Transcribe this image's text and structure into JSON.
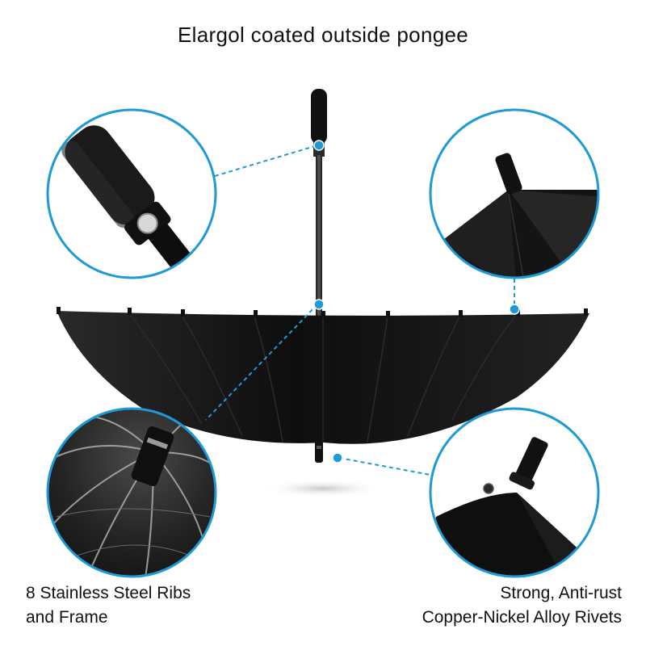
{
  "title": "Elargol coated outside pongee",
  "captions": {
    "left": {
      "line1": "8 Stainless Steel Ribs",
      "line2": "and Frame"
    },
    "right": {
      "line1": "Strong, Anti-rust",
      "line2": "Copper-Nickel Alloy Rivets"
    }
  },
  "colors": {
    "accent": "#1e9ad6",
    "canopy": "#151515",
    "background": "#ffffff"
  },
  "icons": {
    "handle_detail": "umbrella-handle-closeup",
    "tip_detail": "umbrella-top-tip-closeup",
    "ribs_detail": "umbrella-ribs-closeup",
    "rivet_detail": "umbrella-rivet-tip-closeup"
  }
}
